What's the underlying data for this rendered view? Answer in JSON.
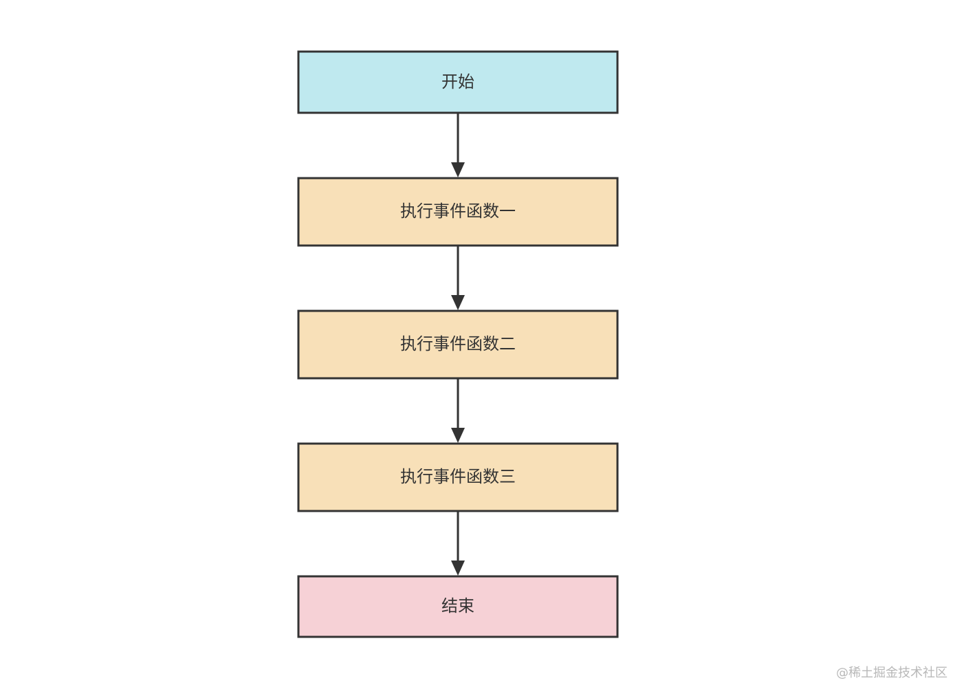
{
  "nodes": [
    {
      "id": "start",
      "label": "开始",
      "fill": "#bfe9ef"
    },
    {
      "id": "step1",
      "label": "执行事件函数一",
      "fill": "#f8e0b8"
    },
    {
      "id": "step2",
      "label": "执行事件函数二",
      "fill": "#f8e0b8"
    },
    {
      "id": "step3",
      "label": "执行事件函数三",
      "fill": "#f8e0b8"
    },
    {
      "id": "end",
      "label": "结束",
      "fill": "#f6d1d6"
    }
  ],
  "edges": [
    {
      "from": "start",
      "to": "step1"
    },
    {
      "from": "step1",
      "to": "step2"
    },
    {
      "from": "step2",
      "to": "step3"
    },
    {
      "from": "step3",
      "to": "end"
    }
  ],
  "stroke_color": "#333333",
  "watermark": "@稀土掘金技术社区"
}
